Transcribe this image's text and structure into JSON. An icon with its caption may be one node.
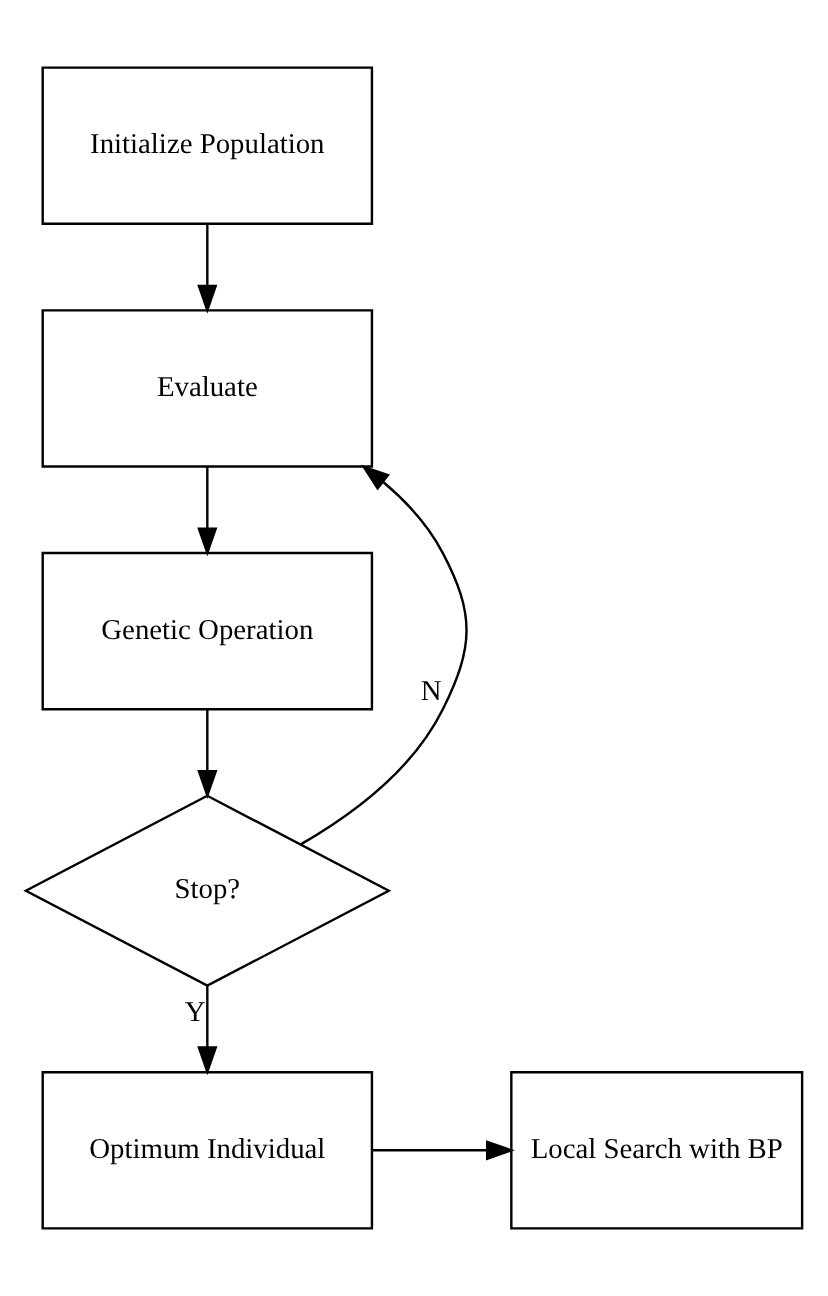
{
  "diagram": {
    "nodes": [
      {
        "text": [
          "Initialize Population"
        ]
      },
      {
        "text": [
          "Evaluate"
        ]
      },
      {
        "text": [
          "Genetic Operation"
        ]
      },
      {
        "text": [
          "Stop?"
        ]
      },
      {
        "text": [
          "Optimum Individual"
        ]
      },
      {
        "text": [
          "Local Search with BP"
        ]
      }
    ],
    "edges": [
      {
        "from": 0,
        "to": 1,
        "arrow": "to"
      },
      {
        "from": 1,
        "to": 2,
        "arrow": "to"
      },
      {
        "from": 2,
        "to": 3,
        "arrow": "to"
      },
      {
        "from": 3,
        "to": 1,
        "arrow": "to",
        "label": "N"
      },
      {
        "from": 3,
        "to": 4,
        "arrow": "to",
        "label": "Y"
      },
      {
        "from": 4,
        "to": 5,
        "arrow": "to"
      }
    ]
  }
}
